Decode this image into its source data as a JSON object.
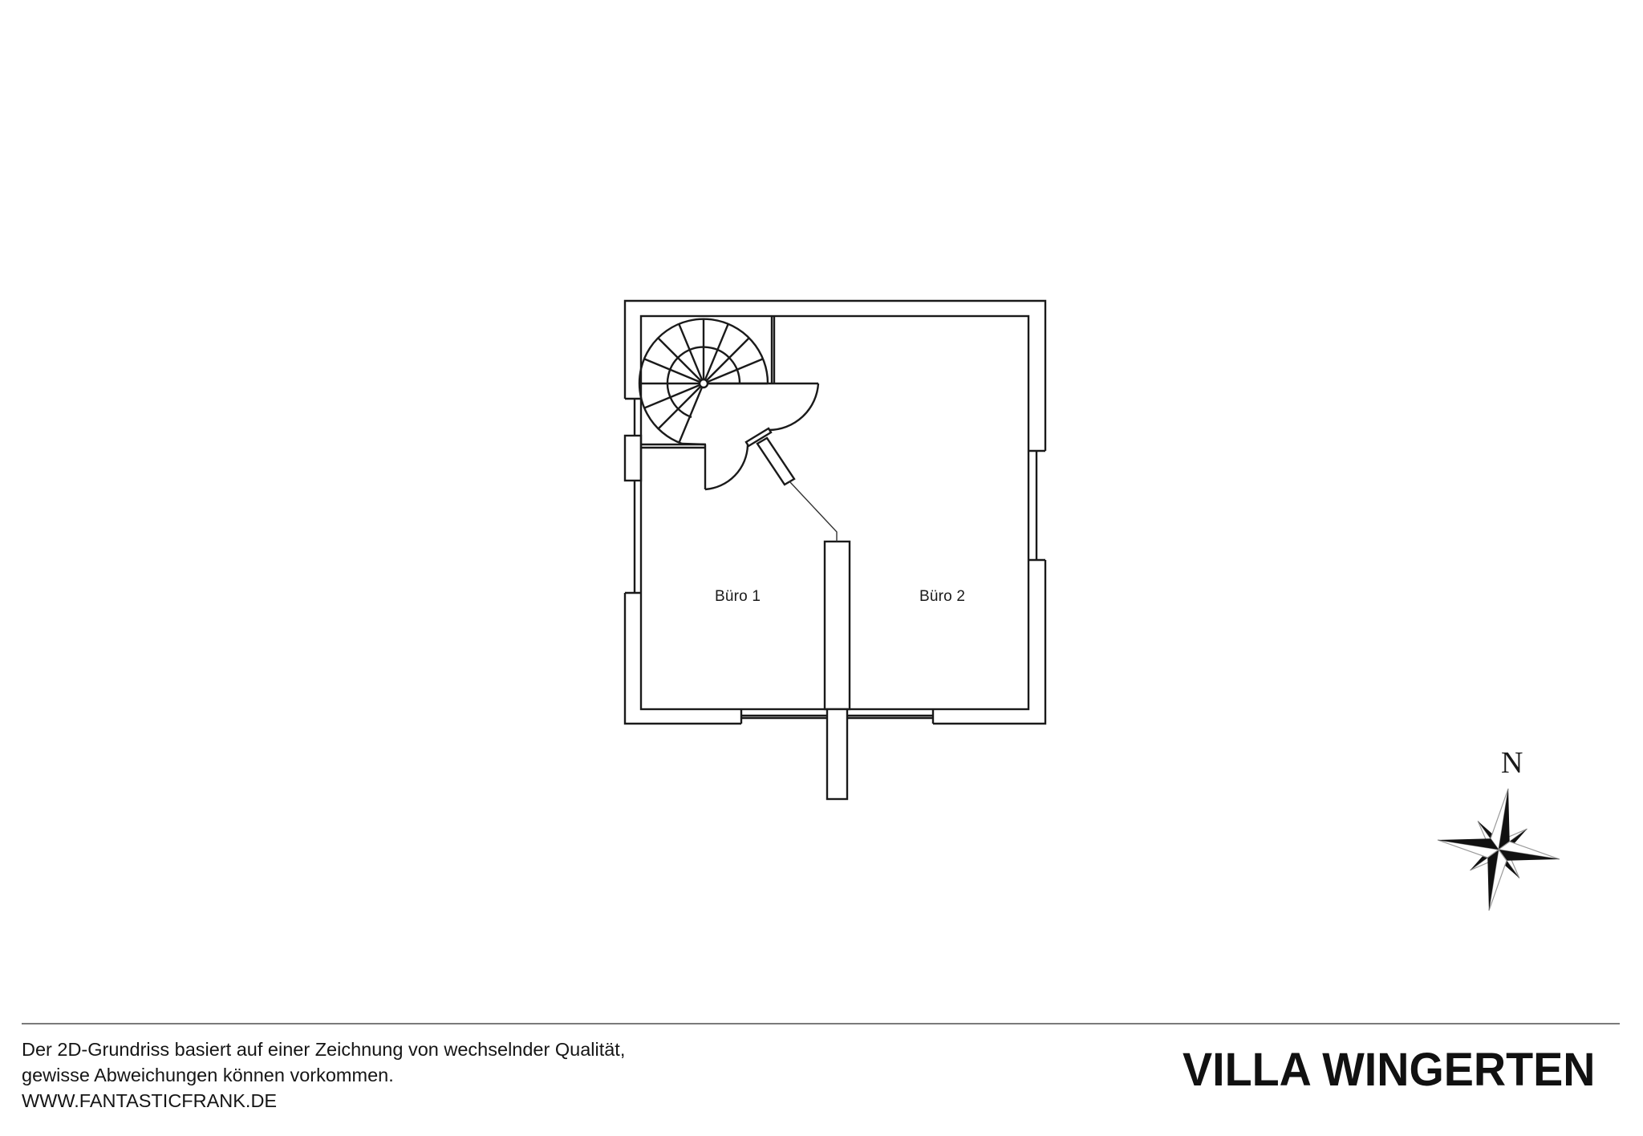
{
  "floorplan": {
    "rooms": [
      {
        "label": "Büro 1"
      },
      {
        "label": "Büro 2"
      }
    ],
    "features": [
      "spiral-staircase",
      "door",
      "windows",
      "partition-wall"
    ]
  },
  "compass": {
    "north_label": "N"
  },
  "footer": {
    "disclaimer_lines": [
      "Der 2D-Grundriss basiert auf einer Zeichnung von wechselnder Qualität,",
      "gewisse Abweichungen können vorkommen.",
      "WWW.FANTASTICFRANK.DE"
    ],
    "property_title": "VILLA WINGERTEN"
  },
  "colors": {
    "line": "#1a1a1a",
    "rule": "#7a7a7a",
    "background": "#ffffff"
  }
}
